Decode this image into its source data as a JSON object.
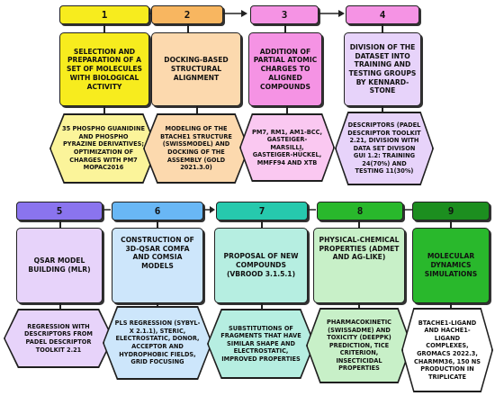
{
  "colors": {
    "yellow": "#f7ec1e",
    "light_yellow": "#fbf49a",
    "orange": "#f8b660",
    "light_orange": "#fcd9ae",
    "pink": "#f593e4",
    "light_pink": "#fac8f1",
    "lavender": "#e7d3fa",
    "purple": "#8a74ee",
    "blue": "#69b7f5",
    "teal": "#26c9ad",
    "green": "#29b82c",
    "dark_green": "#1c8e1f",
    "light_blue": "#cde6fb",
    "light_teal": "#b6eee1",
    "light_green": "#c8f0c8"
  },
  "steps": [
    {
      "number": "1",
      "title": "Selection and preparation of a set of molecules with biological activity",
      "detail": "35 Phospho guanidine and phospho pyrazine derivatives; optimization of charges with PM7 MOPAC2016"
    },
    {
      "number": "2",
      "title": "Docking-based structural alignment",
      "detail": "Modeling of the BTache1 structure (SWISSMODEL) and docking of the assembly (GOLD 2021.3.0)"
    },
    {
      "number": "3",
      "title": "Addition of partial atomic charges to aligned compounds",
      "detail": "PM7, RM1, AM1-BCC, Gasteiger-Marsilli, Gasteiger-Hückel, MMFF94 and xTB"
    },
    {
      "number": "4",
      "title": "Division of the dataset into training and testing groups by Kennard-Stone",
      "detail": "Descriptors (PaDEL Descriptor toolkit 2.21, division with data set divison GUI 1.2: training 24(70%) and testing 11(30%)"
    },
    {
      "number": "5",
      "title": "QSAR model building (MLR)",
      "detail": "Regression with descriptors from PaDEL Descriptor toolkit 2.21"
    },
    {
      "number": "6",
      "title": "Construction of 3D-QSAR CoMFA and CoMSIA models",
      "detail": "PLS regression (Sybyl-X 2.1.1), steric, electrostatic, donor, acceptor and hydrophobic fields, grid focusing"
    },
    {
      "number": "7",
      "title": "Proposal of new compounds (vBROOD 3.1.5.1)",
      "detail": "Substitutions of fragments that have similar shape and electrostatic, improved properties"
    },
    {
      "number": "8",
      "title": "Physical-chemical properties (ADMET and Ag-like)",
      "detail": "Pharmacokinetic (SwissADME) and toxicity (DeepPK) prediction, Tice criterion, insecticidal properties"
    },
    {
      "number": "9",
      "title": "Molecular dynamics simulations",
      "detail": "BTache1-ligand and hache1-ligand complexes, GROMACS 2022.3, CHARMM36, 150 ns production in triplicate"
    }
  ]
}
